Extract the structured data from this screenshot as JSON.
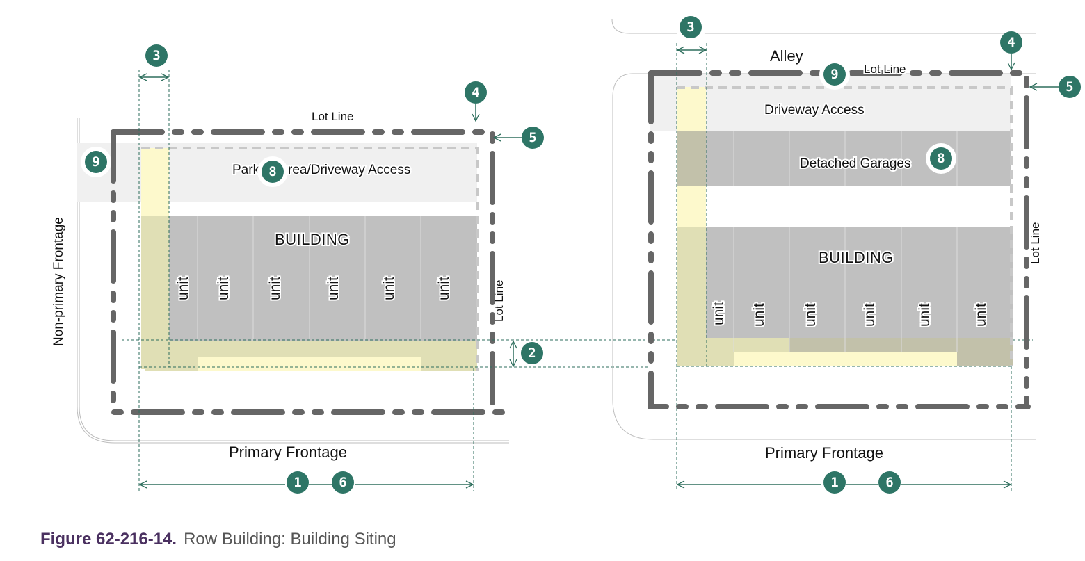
{
  "colors": {
    "badge": "#2e7566",
    "lot_line": "#666666",
    "building": "#c0c0c0",
    "parking": "#f0f0f0",
    "frontage_zone": "#fdf9cc",
    "overlap_zone": "#e0dfb5",
    "dimension": "#2e6e5d",
    "caption_figure": "#4a3060",
    "caption_text": "#555555"
  },
  "caption": {
    "figure_number": "Figure 62-216-14.",
    "title": "Row Building: Building Siting"
  },
  "left_diagram": {
    "non_primary_frontage": "Non-primary Frontage",
    "lot_line_top": "Lot Line",
    "lot_line_right": "Lot Line",
    "parking_label_a": "Park",
    "parking_label_b": "rea/Driveway Access",
    "building_label": "BUILDING",
    "units": [
      "unit",
      "unit",
      "unit",
      "unit",
      "unit",
      "unit"
    ],
    "primary_frontage": "Primary Frontage",
    "badges": {
      "b1": "1",
      "b2": "2",
      "b3": "3",
      "b4": "4",
      "b5": "5",
      "b6": "6",
      "b8": "8",
      "b9": "9"
    }
  },
  "right_diagram": {
    "alley": "Alley",
    "lot_line_top": "Lot Line",
    "lot_line_right": "Lot Line",
    "driveway_label": "Driveway Access",
    "garages_label": "Detached Garages",
    "building_label": "BUILDING",
    "units": [
      "unit",
      "unit",
      "unit",
      "unit",
      "unit",
      "unit"
    ],
    "primary_frontage": "Primary Frontage",
    "badges": {
      "b1": "1",
      "b3": "3",
      "b4": "4",
      "b5": "5",
      "b6": "6",
      "b8": "8",
      "b9": "9"
    }
  }
}
